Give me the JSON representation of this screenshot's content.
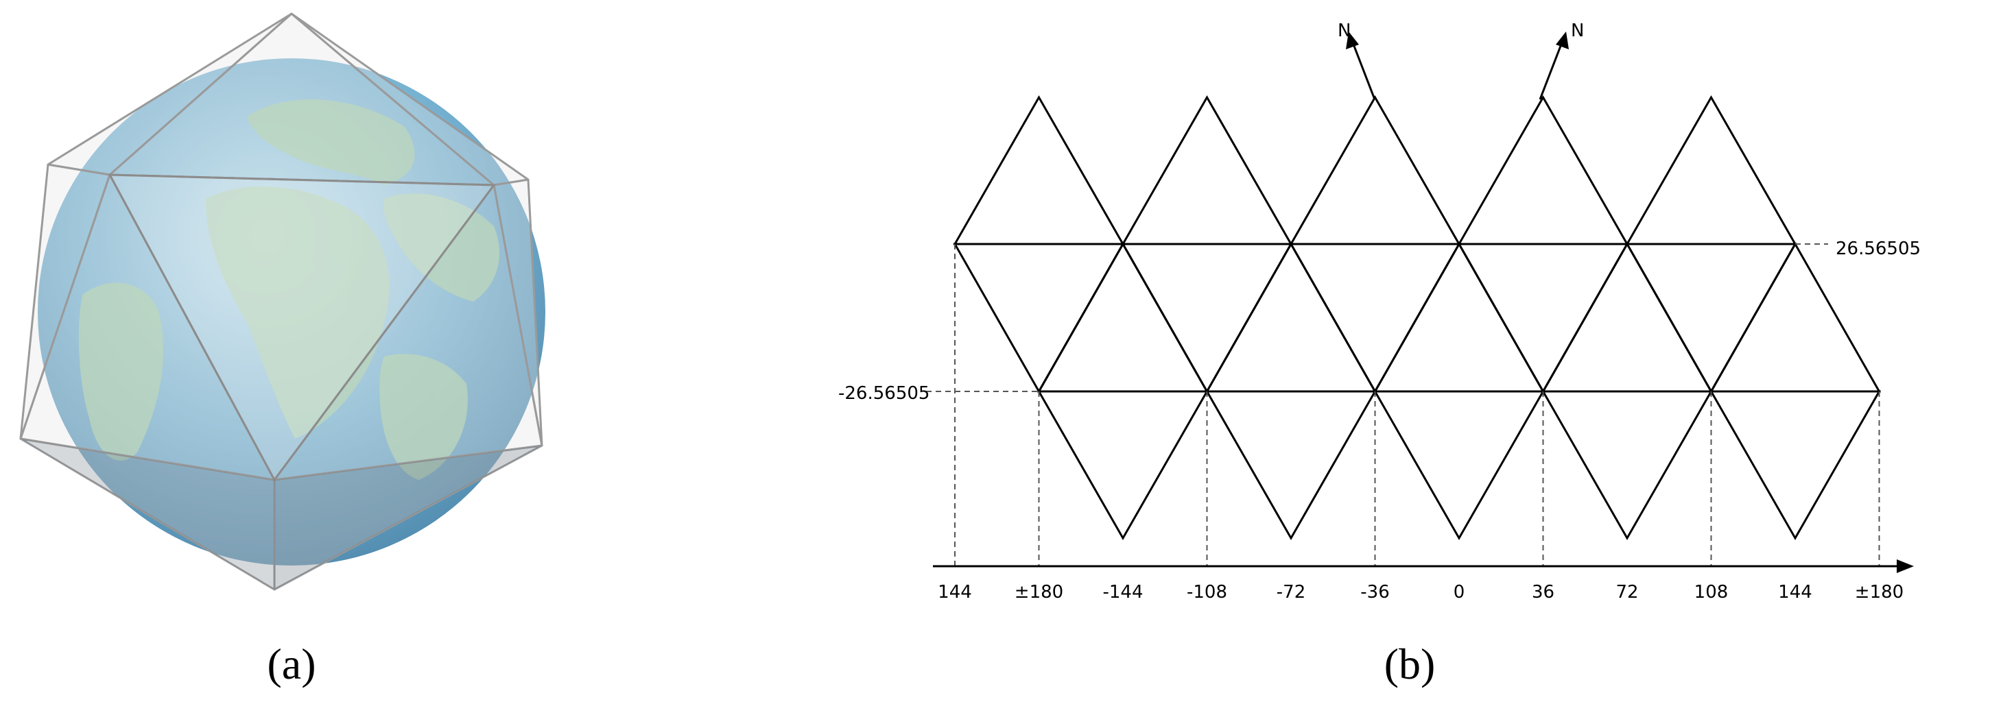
{
  "panels": {
    "a": {
      "label": "(a)"
    },
    "b": {
      "label": "(b)"
    }
  },
  "diagram_b": {
    "north_label": "N",
    "latitude_labels": {
      "upper": "26.56505",
      "lower": "-26.56505"
    },
    "longitude_ticks": [
      "144",
      "±180",
      "-144",
      "-108",
      "-72",
      "-36",
      "0",
      "36",
      "72",
      "108",
      "144",
      "±180"
    ]
  },
  "colors": {
    "line": "#000000",
    "dashed": "#555555",
    "ocean": "#6aa6c8",
    "land": "#9cc7a8",
    "frame": "#9a9a9a"
  }
}
